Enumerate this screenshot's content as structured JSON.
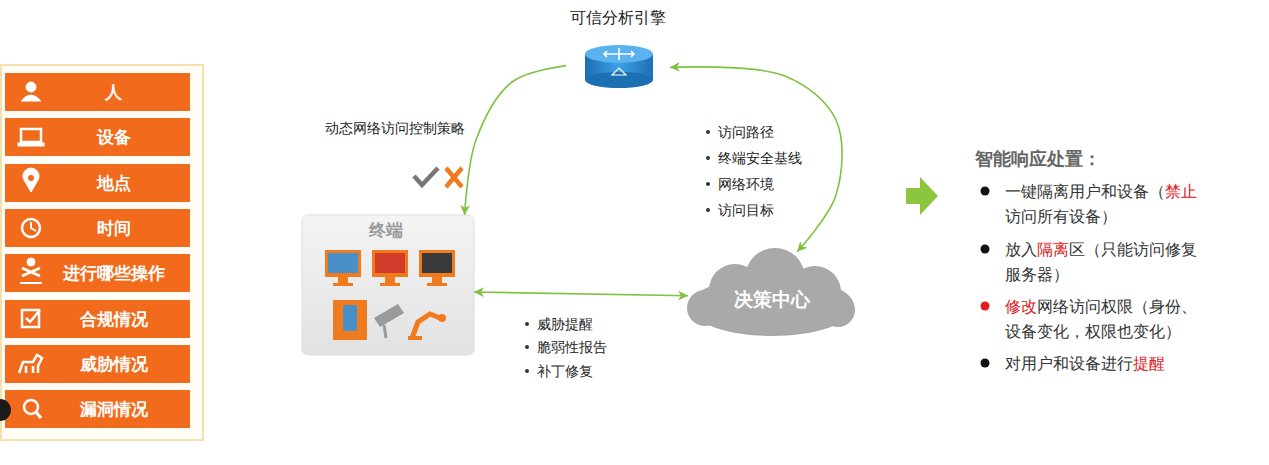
{
  "diagram": {
    "nodes": [
      {
        "text": [
          "人"
        ]
      },
      {
        "text": [
          "设备"
        ]
      },
      {
        "text": [
          "地点"
        ]
      },
      {
        "text": [
          "时间"
        ]
      },
      {
        "text": [
          "进行哪些操作"
        ]
      },
      {
        "text": [
          "合规情况"
        ]
      },
      {
        "text": [
          "威胁情况"
        ]
      },
      {
        "text": [
          "漏洞情况"
        ]
      },
      {
        "text": [
          "可信分析引擎"
        ]
      },
      {
        "text": [
          "终端"
        ]
      },
      {
        "text": [
          "决策中心"
        ]
      }
    ],
    "edges": [
      {
        "from": 8,
        "to": 9,
        "arrow": "to",
        "label": "动态网络访问控制策略"
      },
      {
        "from": 10,
        "to": 8,
        "arrow": "both"
      },
      {
        "from": 9,
        "to": 10,
        "arrow": "both"
      }
    ],
    "labels": [
      "访问路径",
      "终端安全基线",
      "网络环境",
      "访问目标",
      "威胁提醒",
      "脆弱性报告",
      "补丁修复",
      "智能响应处置：",
      "一键隔离用户和设备（",
      "禁止",
      "访问所有设备）",
      "放入",
      "隔离",
      "区（只能访问修复服务器）",
      "修改",
      "网络访问权限（身份、设备变化，权限也变化）",
      "对用户和设备进行",
      "提醒"
    ]
  }
}
